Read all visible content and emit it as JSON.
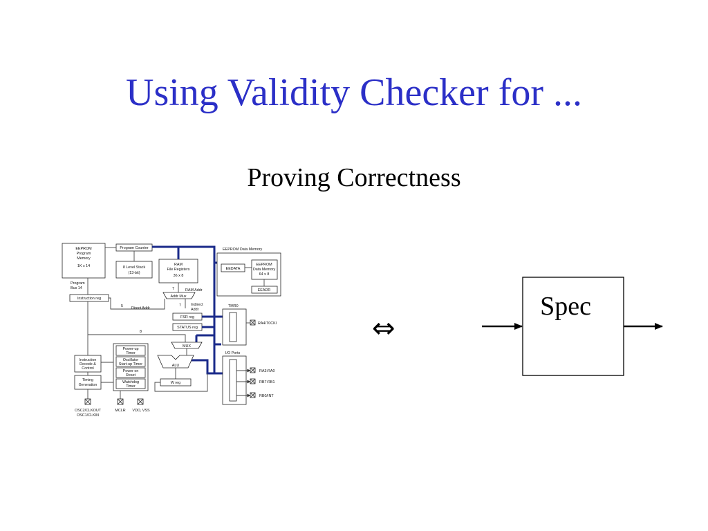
{
  "slide": {
    "title": "Using Validity Checker for ...",
    "subtitle": "Proving Correctness",
    "equivalence_symbol": "⇔",
    "spec_label": "Spec",
    "colors": {
      "title": "#2B2FC7",
      "bus": "#1A2A8A",
      "text": "#000000"
    }
  },
  "schematic": {
    "eeprom_program_memory": [
      "EEPROM",
      "Program",
      "Memory",
      "1K x 14"
    ],
    "program_counter": "Program Counter",
    "eeprom_data_memory_title": "EEPROM Data Memory",
    "eedata": "EEDATA",
    "eeprom_data_memory": [
      "EEPROM",
      "Data Memory",
      "64 x 8"
    ],
    "eeadr": "EEADR",
    "level_stack": [
      "8 Level Stack",
      "(13-bit)"
    ],
    "ram_file_registers": [
      "RAM",
      "File Registers",
      "36 x 8"
    ],
    "program_bus": [
      "Program",
      "Bus 14"
    ],
    "instruction_reg": "Instruction reg",
    "ram_addr": "RAM Addr",
    "seven_a": "7",
    "addr_mux": "Addr Mux",
    "five": "5",
    "direct_addr": "Direct Addr",
    "seven_b": "7",
    "indirect_addr": [
      "Indirect",
      "Addr"
    ],
    "tmr0": "TMR0",
    "fsr_reg": "FSR reg",
    "status_reg": "STATUS reg",
    "ra4_tocki": "RA4/T0CKI",
    "eight": "8",
    "mux": "MUX",
    "alu": "ALU",
    "w_reg": "W reg",
    "io_ports": "I/O Ports",
    "ra3_ra0": "RA3:RA0",
    "rb7_rb1": "RB7:RB1",
    "rb0_int": "RB0/INT",
    "instruction_decode": [
      "Instruction",
      "Decode &",
      "Control"
    ],
    "timing_generation": [
      "Timing",
      "Generation"
    ],
    "power_up_timer": [
      "Power-up",
      "Timer"
    ],
    "oscillator_startup_timer": [
      "Oscillator",
      "Start-up Timer"
    ],
    "power_on_reset": [
      "Power on",
      "Reset"
    ],
    "watchdog_timer": [
      "Watchdog",
      "Timer"
    ],
    "osc_pins": [
      "OSC2/CLKOUT",
      "OSC1/CLKIN"
    ],
    "mclr": "MCLR",
    "vdd_vss": "VDD, VSS"
  }
}
